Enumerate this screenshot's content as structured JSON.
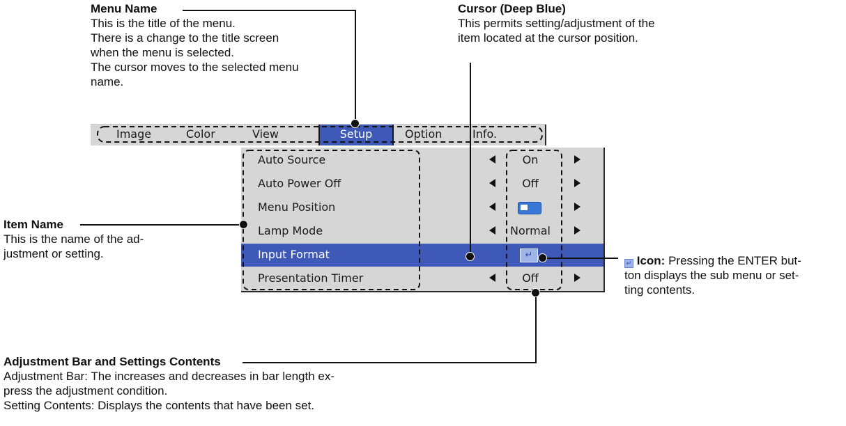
{
  "annotations": {
    "menu_name": {
      "title": "Menu Name",
      "lines": [
        "This is the title of the menu.",
        "There is a change to the title screen",
        "when the menu is selected.",
        "The cursor moves to the selected menu",
        "name."
      ]
    },
    "cursor": {
      "title": "Cursor (Deep Blue)",
      "lines": [
        "This permits setting/adjustment of the",
        "item located at the cursor position."
      ]
    },
    "item_name": {
      "title": "Item Name",
      "lines": [
        "This is the name of the ad-",
        "justment or setting."
      ]
    },
    "icon": {
      "title": "Icon:",
      "lines_first": "Pressing the ENTER but-",
      "lines": [
        "ton displays the sub menu or set-",
        "ting contents."
      ]
    },
    "adjustment": {
      "title": "Adjustment Bar and Settings Contents",
      "lines": [
        "Adjustment Bar: The increases and decreases in bar length ex-",
        "press the adjustment condition.",
        "Setting Contents: Displays the contents that have been set."
      ]
    }
  },
  "menu": {
    "tabs": [
      {
        "label": "Image"
      },
      {
        "label": "Color"
      },
      {
        "label": "View"
      },
      {
        "label": "Setup",
        "selected": true
      },
      {
        "label": "Option"
      },
      {
        "label": "Info."
      }
    ],
    "rows": [
      {
        "label": "Auto Source",
        "value": "On"
      },
      {
        "label": "Auto Power Off",
        "value": "Off"
      },
      {
        "label": "Menu Position",
        "value_icon": "menu-position-icon"
      },
      {
        "label": "Lamp Mode",
        "value": "Normal"
      },
      {
        "label": "Input Format",
        "value_icon": "enter-icon",
        "selected": true
      },
      {
        "label": "Presentation Timer",
        "value": "Off"
      }
    ]
  },
  "colors": {
    "cursor": "#3f59b9",
    "menu_bg": "#d6d6d6"
  }
}
